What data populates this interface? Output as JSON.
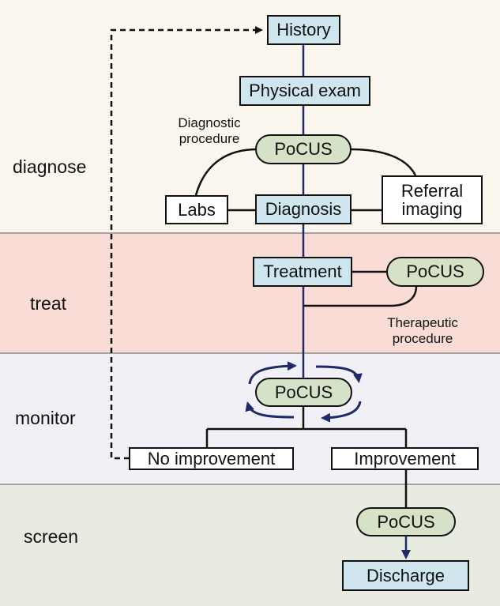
{
  "stages": {
    "diagnose": "diagnose",
    "treat": "treat",
    "monitor": "monitor",
    "screen": "screen"
  },
  "colors": {
    "diagnose_band": "#fbf7ee",
    "treat_band": "#fadcd6",
    "monitor_band": "#f1f0f6",
    "screen_band": "#e7ebe0",
    "step_box": "#cfe6ee",
    "pocus_pill": "#d6e2c7",
    "flow_line": "#1f2a6b"
  },
  "nodes": {
    "history": "History",
    "physical_exam": "Physical exam",
    "pocus_diagnose": "PoCUS",
    "labs": "Labs",
    "diagnosis": "Diagnosis",
    "referral_imaging_line1": "Referral",
    "referral_imaging_line2": "imaging",
    "treatment": "Treatment",
    "pocus_treat": "PoCUS",
    "pocus_monitor": "PoCUS",
    "no_improvement": "No improvement",
    "improvement": "Improvement",
    "pocus_screen": "PoCUS",
    "discharge": "Discharge"
  },
  "notes": {
    "diagnostic_procedure_line1": "Diagnostic",
    "diagnostic_procedure_line2": "procedure",
    "therapeutic_procedure_line1": "Therapeutic",
    "therapeutic_procedure_line2": "procedure"
  }
}
